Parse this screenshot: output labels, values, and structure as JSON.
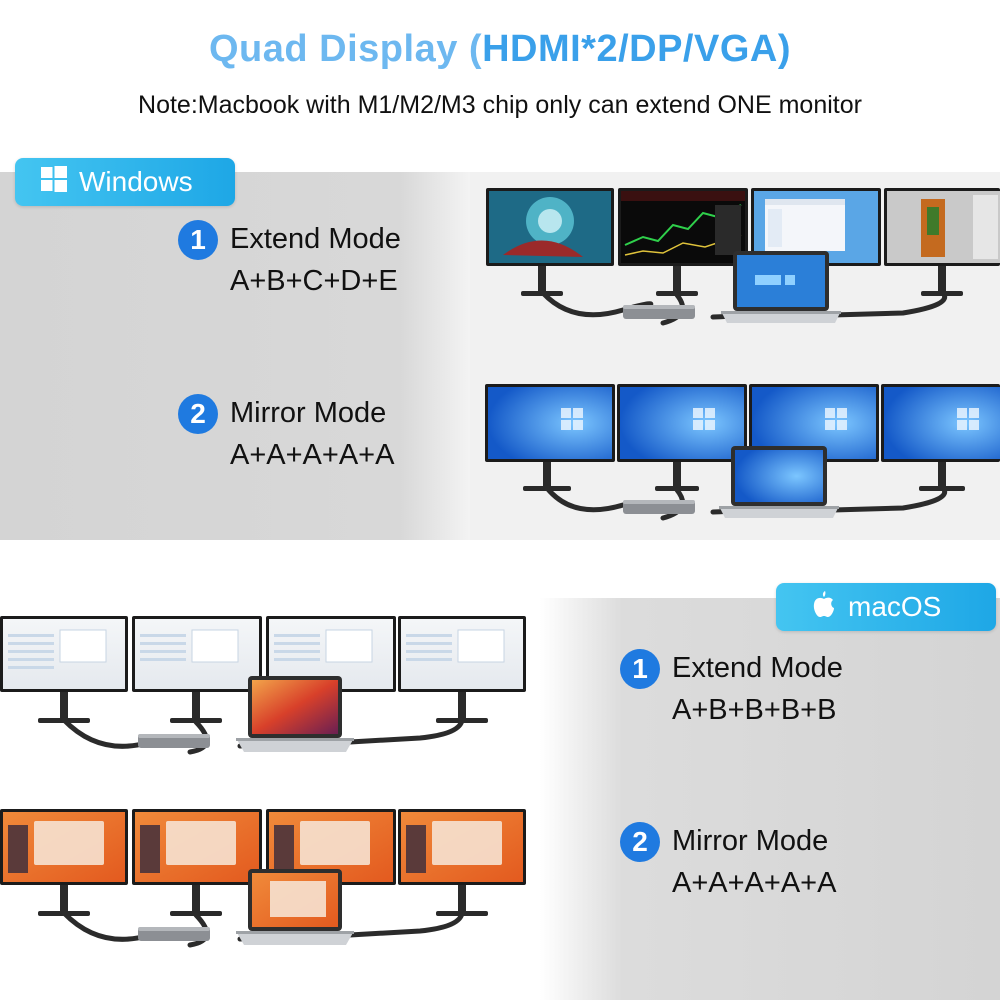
{
  "header": {
    "title_part1": "Quad Display (",
    "title_part2": "HDMI*2/DP/VGA)",
    "note": "Note:Macbook with M1/M2/M3 chip only can extend ONE monitor"
  },
  "windows": {
    "badge_label": "Windows",
    "modes": [
      {
        "number": "1",
        "name": "Extend Mode",
        "formula": "A+B+C+D+E"
      },
      {
        "number": "2",
        "name": "Mirror Mode",
        "formula": "A+A+A+A+A"
      }
    ]
  },
  "macos": {
    "badge_label": "macOS",
    "modes": [
      {
        "number": "1",
        "name": "Extend Mode",
        "formula": "A+B+B+B+B"
      },
      {
        "number": "2",
        "name": "Mirror Mode",
        "formula": "A+A+A+A+A"
      }
    ]
  },
  "colors": {
    "accent_blue": "#1f7ae0",
    "badge_blue": "#2ab4ec",
    "title_light": "#6db8f0",
    "title_dark": "#3aa0ea"
  }
}
